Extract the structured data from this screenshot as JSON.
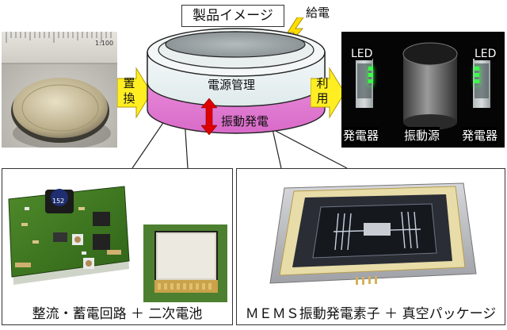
{
  "title": "製品イメージ",
  "power_feed": "給電",
  "layers": {
    "power_management": "電源管理",
    "vibration_generation": "振動発電"
  },
  "arrows": {
    "replace": "置換",
    "use": "利用"
  },
  "right_photo": {
    "led_left": "LED",
    "led_right": "LED",
    "generator_left": "発電器",
    "vibration_source": "振動源",
    "generator_right": "発電器"
  },
  "ruler_text": "1:100",
  "chip_label": "152",
  "bottom_left_caption": "整流・蓄電回路 ＋ 二次電池",
  "bottom_right_caption": "ＭＥＭＳ振動発電素子 ＋ 真空パッケージ",
  "colors": {
    "arrow_yellow": "#ffee22",
    "top_layer": "#e8f1f2",
    "bottom_layer": "#e683d7",
    "red_arrow": "#dd0000",
    "bolt": "#ffdd00"
  }
}
